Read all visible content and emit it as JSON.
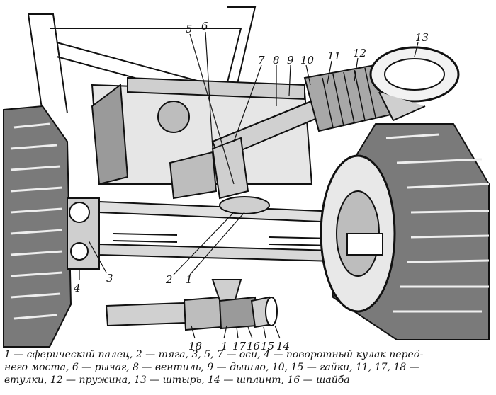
{
  "figure": {
    "callouts": [
      {
        "id": "13",
        "text": "13"
      },
      {
        "id": "12",
        "text": "12"
      },
      {
        "id": "11",
        "text": "11"
      },
      {
        "id": "10",
        "text": "10"
      },
      {
        "id": "9",
        "text": "9"
      },
      {
        "id": "8",
        "text": "8"
      },
      {
        "id": "7",
        "text": "7"
      },
      {
        "id": "6",
        "text": "6"
      },
      {
        "id": "5",
        "text": "5"
      },
      {
        "id": "4",
        "text": "4"
      },
      {
        "id": "3",
        "text": "3"
      },
      {
        "id": "2",
        "text": "2"
      },
      {
        "id": "1",
        "text": "1"
      },
      {
        "id": "18",
        "text": "18"
      },
      {
        "id": "1b",
        "text": "1"
      },
      {
        "id": "17",
        "text": "17"
      },
      {
        "id": "16",
        "text": "16"
      },
      {
        "id": "15",
        "text": "15"
      },
      {
        "id": "14",
        "text": "14"
      }
    ]
  },
  "caption": {
    "lines": [
      "1 — сферический палец, 2 — тяга, 3, 5, 7 — оси, 4 — поворотный кулак перед-",
      "него моста, 6 — рычаг, 8 — вентиль, 9 — дышло, 10, 15 — гайки, 11, 17, 18 —",
      "втулки, 12 — пружина, 13 — штырь, 14 — шплинт, 16 — шайба"
    ]
  }
}
